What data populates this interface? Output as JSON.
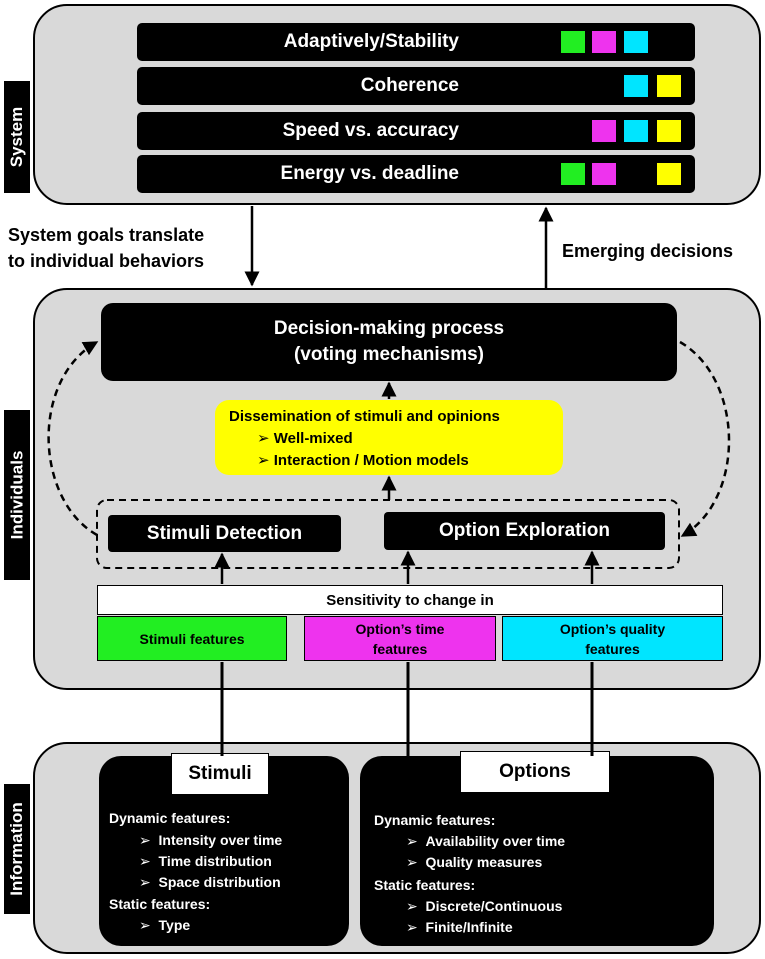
{
  "system": {
    "tab_label": "System",
    "goals": [
      {
        "label": "Adaptively/Stability",
        "colors": [
          "green",
          "magenta",
          "cyan"
        ]
      },
      {
        "label": "Coherence",
        "colors": [
          "cyan",
          "yellow"
        ]
      },
      {
        "label": "Speed vs. accuracy",
        "colors": [
          "magenta",
          "cyan",
          "yellow"
        ]
      },
      {
        "label": "Energy vs. deadline",
        "colors": [
          "green",
          "magenta",
          "yellow"
        ]
      }
    ]
  },
  "arrows": {
    "down_label_line1": "System goals translate",
    "down_label_line2": "to individual behaviors",
    "up_label": "Emerging decisions"
  },
  "individuals": {
    "tab_label": "Individuals",
    "decision_line1": "Decision-making process",
    "decision_line2": "(voting mechanisms)",
    "dissemination_title": "Dissemination of stimuli and opinions",
    "dissemination_items": [
      "Well-mixed",
      "Interaction / Motion models"
    ],
    "stimuli_detection": "Stimuli Detection",
    "option_exploration": "Option Exploration",
    "sensitivity": "Sensitivity to change in",
    "features": {
      "stimuli": "Stimuli features",
      "option_time_line1": "Option’s time",
      "option_time_line2": "features",
      "option_quality_line1": "Option’s quality",
      "option_quality_line2": "features"
    }
  },
  "information": {
    "tab_label": "Information",
    "stimuli": {
      "title": "Stimuli",
      "dynamic_heading": "Dynamic features:",
      "dynamic_items": [
        "Intensity over time",
        "Time distribution",
        "Space distribution"
      ],
      "static_heading": "Static features:",
      "static_items": [
        "Type"
      ]
    },
    "options": {
      "title": "Options",
      "dynamic_heading": "Dynamic features:",
      "dynamic_items": [
        "Availability over time",
        "Quality measures"
      ],
      "static_heading": "Static features:",
      "static_items": [
        "Discrete/Continuous",
        "Finite/Infinite"
      ]
    }
  },
  "colors": {
    "green": "#22ee22",
    "magenta": "#ee33ee",
    "cyan": "#00e5ff",
    "yellow": "#ffff00",
    "panel": "#d9d9d9"
  }
}
